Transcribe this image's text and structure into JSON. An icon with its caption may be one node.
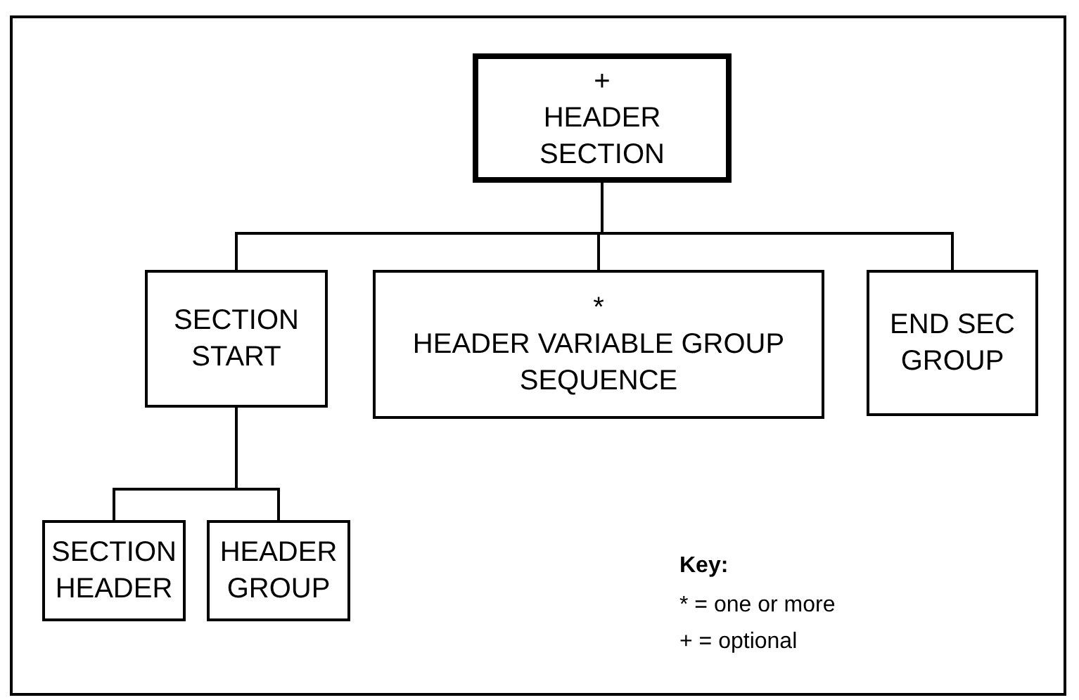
{
  "diagram": {
    "nodes": [
      {
        "text": [
          "+",
          "HEADER SECTION"
        ]
      },
      {
        "text": [
          "SECTION START"
        ]
      },
      {
        "text": [
          "*",
          "HEADER VARIABLE GROUP SEQUENCE"
        ]
      },
      {
        "text": [
          "END SEC GROUP"
        ]
      },
      {
        "text": [
          "SECTION HEADER"
        ]
      },
      {
        "text": [
          "HEADER GROUP"
        ]
      }
    ],
    "edges": [
      {
        "from": 0,
        "to": 1,
        "arrow": "none"
      },
      {
        "from": 0,
        "to": 2,
        "arrow": "none"
      },
      {
        "from": 0,
        "to": 3,
        "arrow": "none"
      },
      {
        "from": 1,
        "to": 4,
        "arrow": "none"
      },
      {
        "from": 1,
        "to": 5,
        "arrow": "none"
      }
    ],
    "labels": [
      "Key:",
      "* = one or more",
      "+ = optional"
    ]
  }
}
